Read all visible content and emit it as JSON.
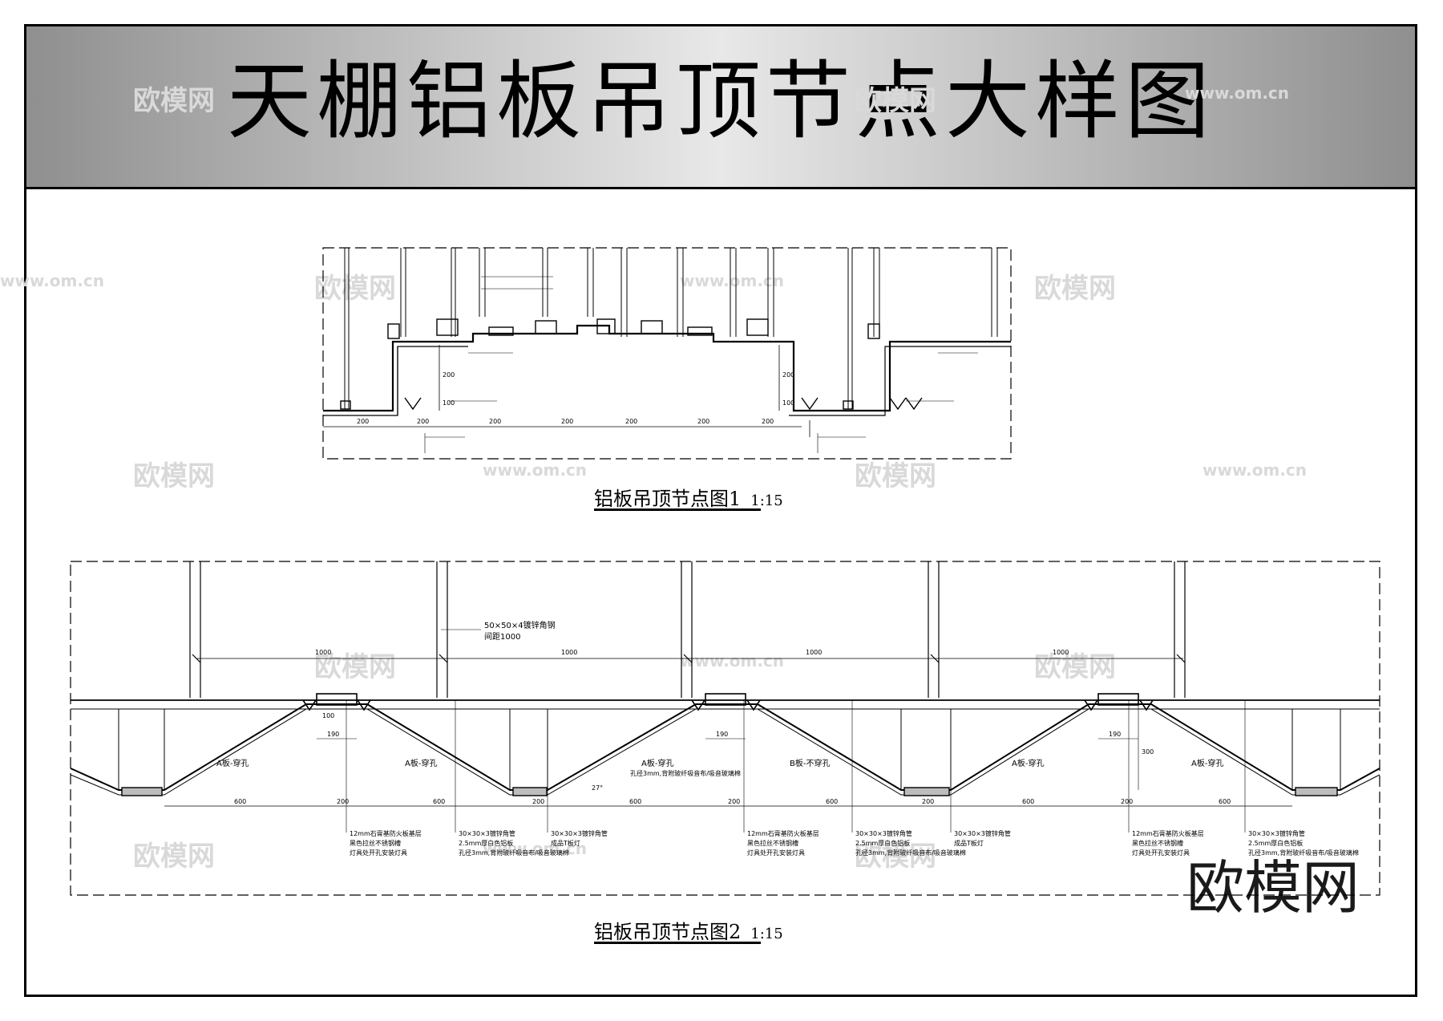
{
  "title": "天棚铝板吊顶节点大样图",
  "watermark": {
    "brand": "欧模网",
    "url": "www.om.cn"
  },
  "detail1": {
    "caption": "铝板吊顶节点图1",
    "scale": "1:15",
    "dims_bottom": [
      "200",
      "200",
      "200",
      "200",
      "200",
      "200",
      "200"
    ],
    "dims_vertical": [
      "200",
      "100",
      "200",
      "100"
    ]
  },
  "detail2": {
    "caption": "铝板吊顶节点图2",
    "scale": "1:15",
    "top_note_line1": "50×50×4镀锌角钢",
    "top_note_line2": "间距1000",
    "dims_top": [
      "1000",
      "1000",
      "1000",
      "1000"
    ],
    "dims_bottom": [
      "600",
      "200",
      "600",
      "200",
      "600",
      "200",
      "600",
      "200",
      "600",
      "200",
      "600"
    ],
    "dims_190": "190",
    "dims_100": "100",
    "dims_300": "300",
    "angle": "27°",
    "panel_labels": [
      "A板-穿孔",
      "A板-穿孔",
      "A板-穿孔",
      "B板-不穿孔",
      "A板-穿孔",
      "A板-穿孔"
    ],
    "panel_note": "孔径3mm,背附玻纤吸音布/吸音玻璃棉",
    "notes": [
      [
        "12mm石膏基防火板基层",
        "黑色拉丝不锈钢槽",
        "灯具处开孔安装灯具"
      ],
      [
        "30×30×3镀锌角管",
        "2.5mm厚白色铝板",
        "孔径3mm,背附玻纤吸音布/吸音玻璃棉"
      ],
      [
        "30×30×3镀锌角管",
        "成品T板灯"
      ],
      [
        "12mm石膏基防火板基层",
        "黑色拉丝不锈钢槽",
        "灯具处开孔安装灯具"
      ],
      [
        "30×30×3镀锌角管",
        "2.5mm厚白色铝板",
        "孔径3mm,背附玻纤吸音布/吸音玻璃棉"
      ],
      [
        "30×30×3镀锌角管",
        "成品T板灯"
      ],
      [
        "12mm石膏基防火板基层",
        "黑色拉丝不锈钢槽",
        "灯具处开孔安装灯具"
      ],
      [
        "30×30×3镀锌角管",
        "2.5mm厚白色铝板",
        "孔径3mm,背附玻纤吸音布/吸音玻璃棉"
      ]
    ]
  }
}
